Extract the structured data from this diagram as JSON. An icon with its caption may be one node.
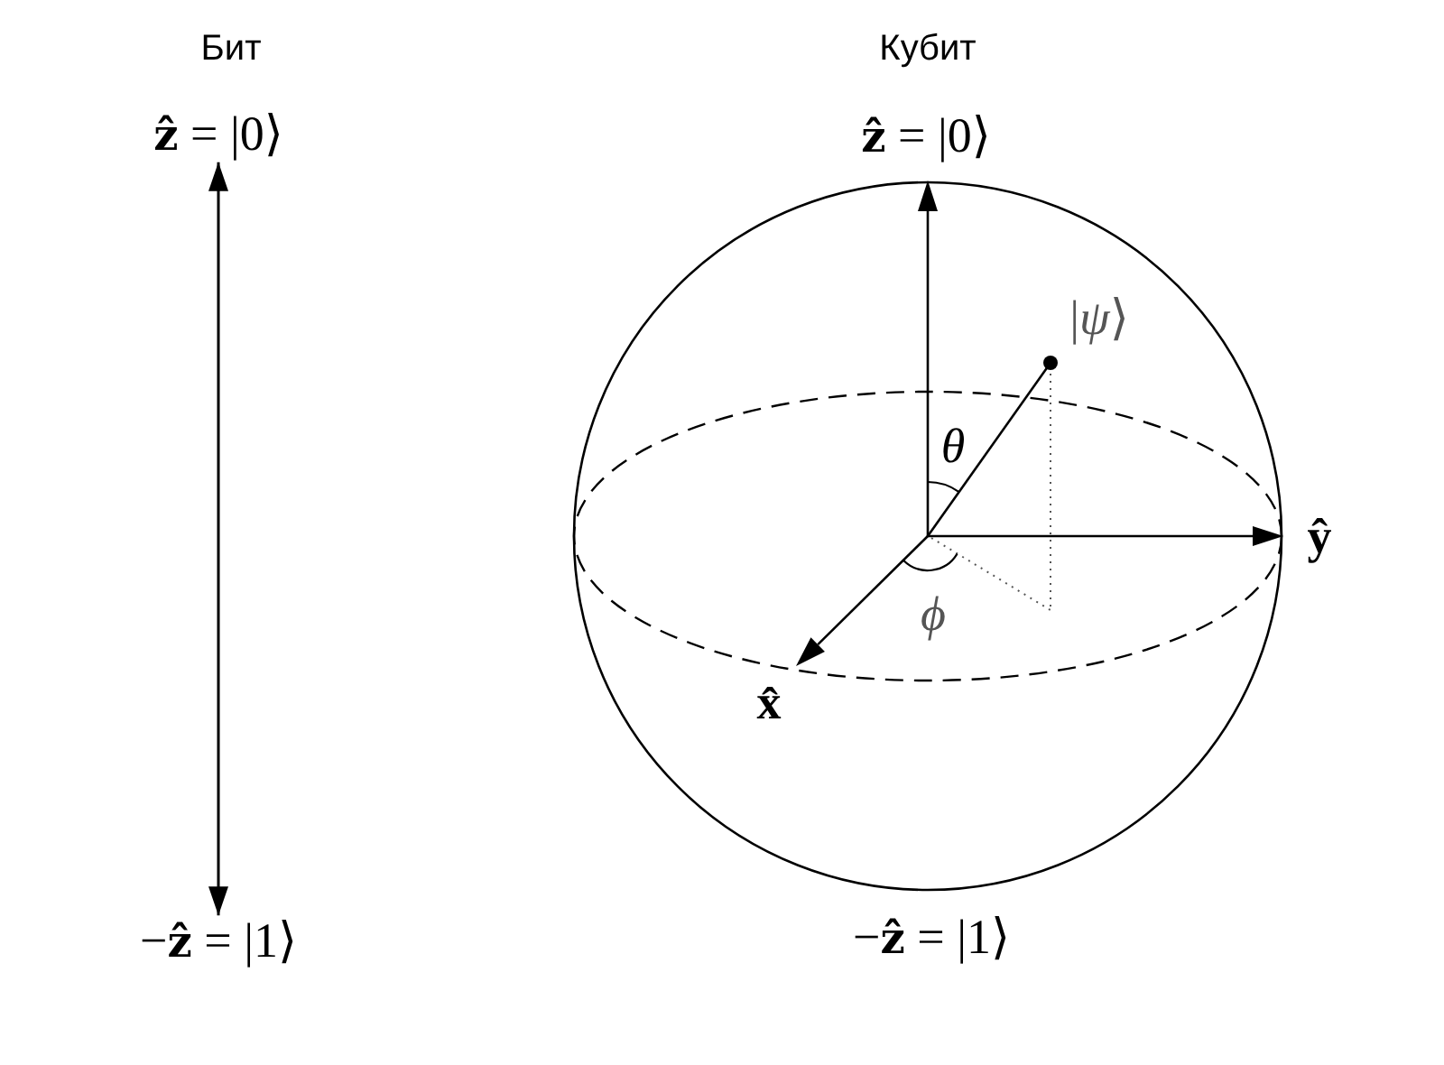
{
  "diagram": {
    "nodes": [
      {
        "text": [
          "**ẑ** = |0⟩"
        ]
      },
      {
        "text": [
          "−**ẑ** = |1⟩"
        ]
      }
    ],
    "edges": [
      {
        "from": 0,
        "to": 1,
        "arrow": "both"
      }
    ],
    "labels": [
      "Бит",
      "Кубит",
      "**ẑ** = |0⟩",
      "|*ψ*⟩",
      "θ",
      "ŷ",
      "ϕ",
      "x̂",
      "−**ẑ** = |1⟩"
    ]
  }
}
